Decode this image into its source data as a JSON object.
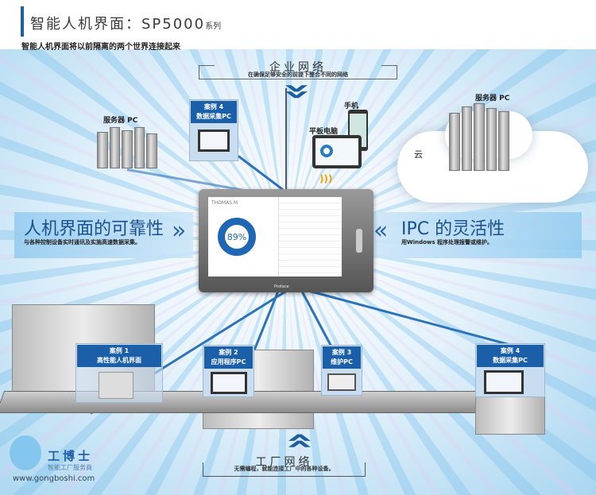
{
  "header": {
    "title": "智能人机界面：SP5000",
    "title_suffix": "系列",
    "subtitle": "智能人机界面将以前隔离的两个世界连接起来"
  },
  "enterprise_network": {
    "title": "企业网络",
    "description": "在确保足够安全的前提下整合不同的网络"
  },
  "factory_network": {
    "title": "工厂网络",
    "description": "无需编程，就能连接工厂中的各种设备。"
  },
  "top_devices": {
    "server_left": "服务器 PC",
    "server_right": "服务器 PC",
    "cloud": "云",
    "tablet": "平板电脑",
    "phone": "手机",
    "case4_top": {
      "title": "案例 4",
      "subtitle": "数据采集PC"
    }
  },
  "left_banner": {
    "title": "人机界面的可靠性",
    "description": "与各种控制设备实时通讯及实施高速数据采集。"
  },
  "right_banner": {
    "title": "IPC 的灵活性",
    "description": "用Windows 程序处理报警或维护。"
  },
  "hmi": {
    "gauge_value": "89%",
    "user": "THOMAS.M",
    "brand": "Proface"
  },
  "cases": [
    {
      "title": "案例 1",
      "subtitle": "高性能人机界面"
    },
    {
      "title": "案例 2",
      "subtitle": "应用程序PC"
    },
    {
      "title": "案例 3",
      "subtitle": "维护PC"
    },
    {
      "title": "案例 4",
      "subtitle": "数据采集PC"
    }
  ],
  "watermark": {
    "name": "工博士",
    "tagline": "智能工厂服务商",
    "url": "www.gongboshi.com"
  },
  "colors": {
    "accent": "#1b5fa8",
    "banner_text": "#1a4f8f"
  }
}
